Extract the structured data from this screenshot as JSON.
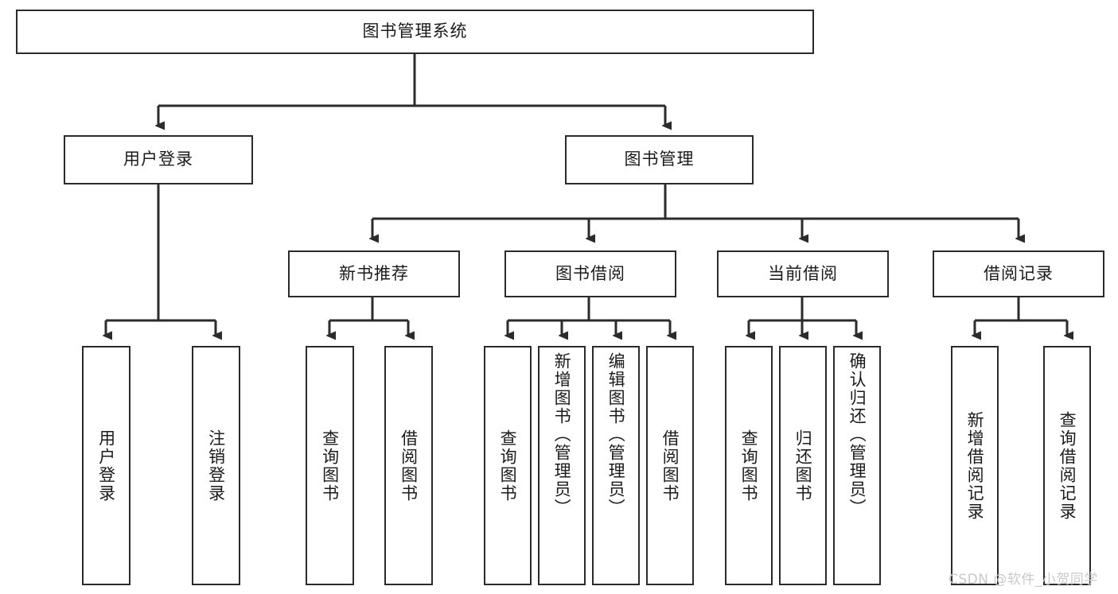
{
  "diagram": {
    "title_node": {
      "label": "图书管理系统"
    },
    "level2": [
      {
        "key": "user_login",
        "label": "用户登录"
      },
      {
        "key": "book_manage",
        "label": "图书管理"
      }
    ],
    "level3": [
      {
        "key": "new_book_rec",
        "label": "新书推荐"
      },
      {
        "key": "book_borrow",
        "label": "图书借阅"
      },
      {
        "key": "current_borrow",
        "label": "当前借阅"
      },
      {
        "key": "borrow_record",
        "label": "借阅记录"
      }
    ],
    "leaves": [
      {
        "key": "leaf-user-login",
        "label": "用户登录",
        "align": "mid"
      },
      {
        "key": "leaf-logout-login",
        "label": "注销登录",
        "align": "mid"
      },
      {
        "key": "leaf-query-book-1",
        "label": "查询图书",
        "align": "mid"
      },
      {
        "key": "leaf-borrow-book-1",
        "label": "借阅图书",
        "align": "mid"
      },
      {
        "key": "leaf-query-book-2",
        "label": "查询图书",
        "align": "mid"
      },
      {
        "key": "leaf-add-book",
        "label": "新增图书（管理员）",
        "align": "top"
      },
      {
        "key": "leaf-edit-book",
        "label": "编辑图书（管理员）",
        "align": "top"
      },
      {
        "key": "leaf-borrow-book-2",
        "label": "借阅图书",
        "align": "mid"
      },
      {
        "key": "leaf-query-book-3",
        "label": "查询图书",
        "align": "mid"
      },
      {
        "key": "leaf-return-book",
        "label": "归还图书",
        "align": "mid"
      },
      {
        "key": "leaf-confirm-return",
        "label": "确认归还（管理员）",
        "align": "top"
      },
      {
        "key": "leaf-add-borrow-record",
        "label": "新增借阅记录",
        "align": "mid"
      },
      {
        "key": "leaf-query-borrow-record",
        "label": "查询借阅记录",
        "align": "mid"
      }
    ],
    "watermark": "CSDN @软件_小贺同学",
    "colors": {
      "stroke": "#2b2b2b",
      "text": "#1b1b1b",
      "background": "#ffffff",
      "watermark": "#c9c9c9"
    }
  }
}
